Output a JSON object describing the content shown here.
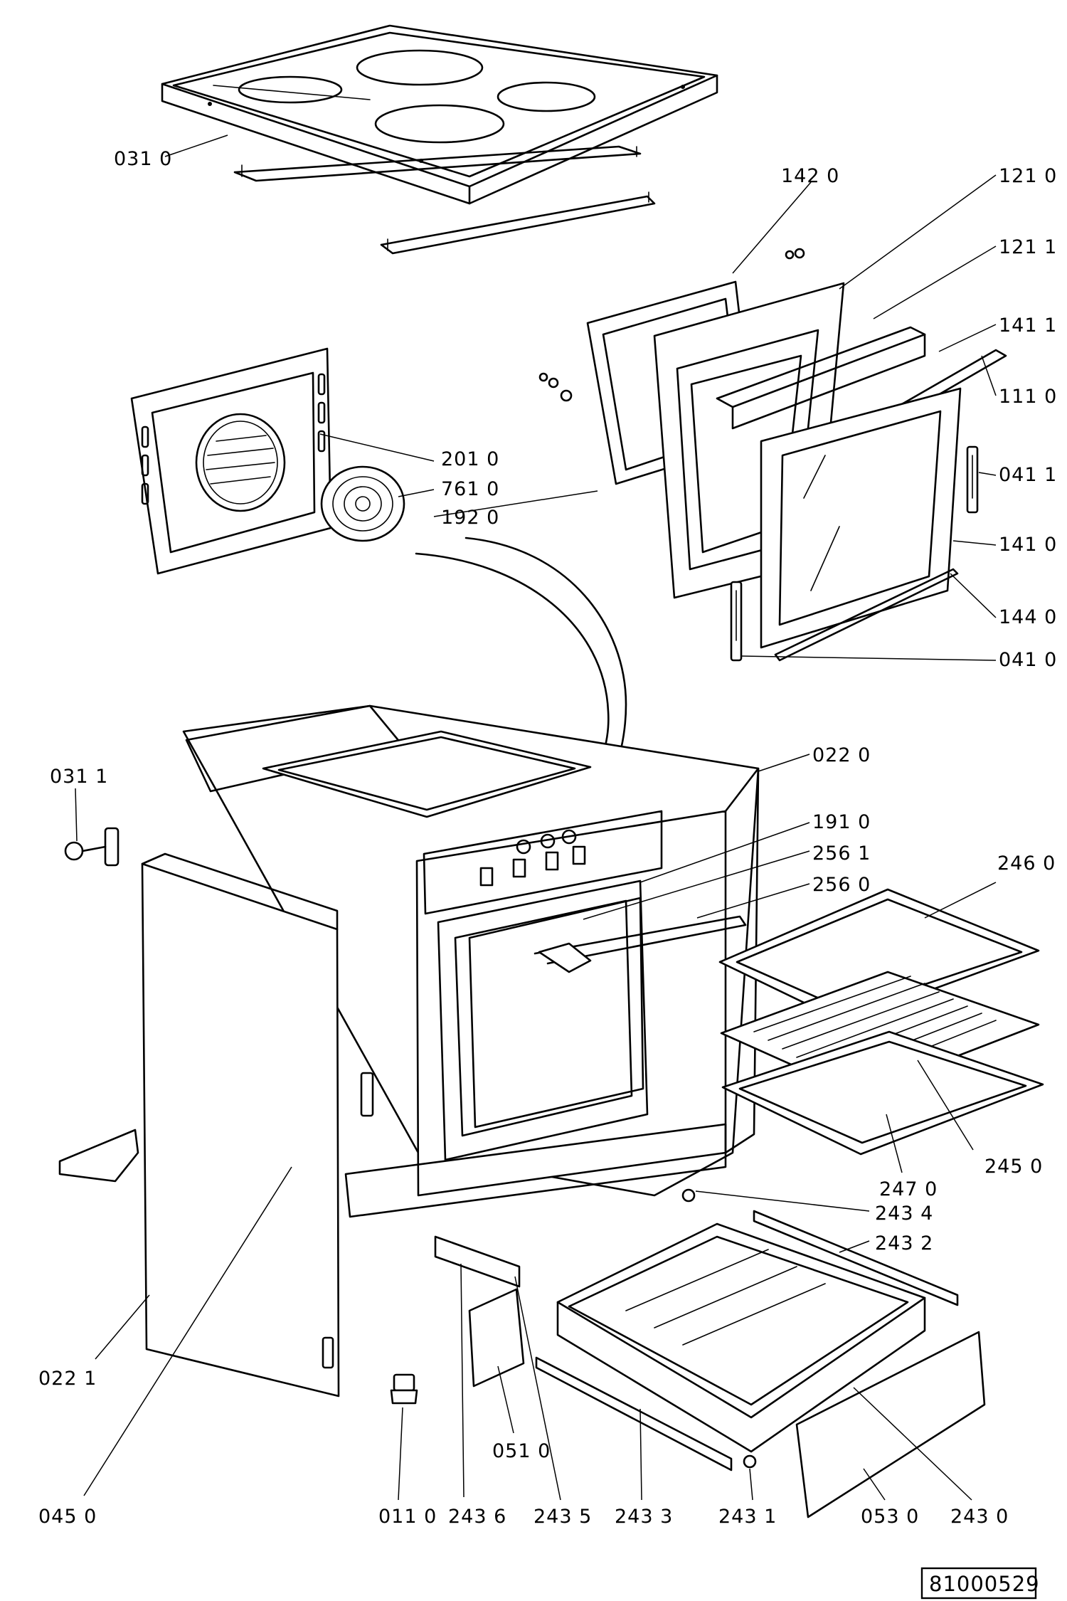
{
  "callouts": {
    "c0310": "031 0",
    "c1420": "142 0",
    "c1210": "121 0",
    "c1211": "121 1",
    "c1411": "141 1",
    "c1110": "111 0",
    "c2010": "201 0",
    "c7610": "761 0",
    "c1920": "192 0",
    "c0411": "041 1",
    "c1410": "141 0",
    "c1440": "144 0",
    "c0410": "041 0",
    "c0311": "031 1",
    "c0220": "022 0",
    "c1910": "191 0",
    "c2561": "256 1",
    "c2560": "256 0",
    "c2460": "246 0",
    "c2450": "245 0",
    "c2470": "247 0",
    "c2434": "243 4",
    "c2432": "243 2",
    "c0221": "022 1",
    "c0510": "051 0",
    "c0450": "045 0",
    "c0110": "011 0",
    "c2436": "243 6",
    "c2435": "243 5",
    "c2433": "243 3",
    "c2431": "243 1",
    "c0530": "053 0",
    "c2430": "243 0"
  },
  "document_number": "81000529"
}
